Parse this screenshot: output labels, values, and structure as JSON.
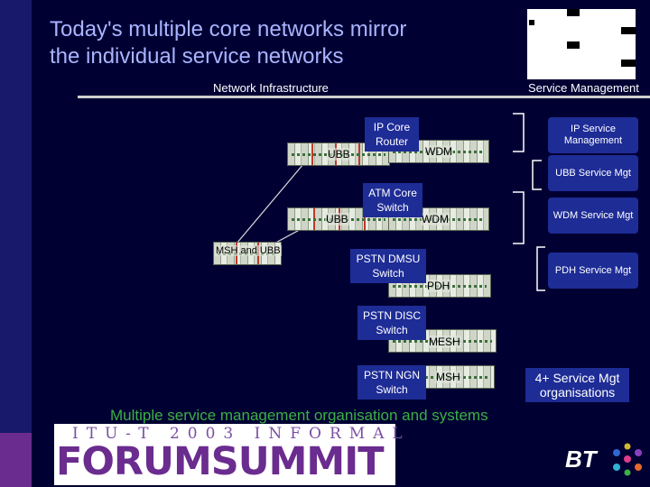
{
  "slide": {
    "title_line1": "Today's multiple core networks mirror",
    "title_line2": "the individual service networks",
    "network_label": "Network Infrastructure",
    "service_label": "Service Management",
    "bottom_text": "Multiple service management organisation and systems"
  },
  "network": {
    "equipment_labels": {
      "ubb_row1": "UBB",
      "wdm_row1": "WDM",
      "ubb_row2": "UBB",
      "wdm_row2": "WDM",
      "msh_ubb": "MSH and UBB",
      "pdh": "PDH",
      "mesh": "MESH",
      "msh": "MSH"
    },
    "switches": {
      "ip_core": "IP Core Router",
      "atm_core": "ATM Core Switch",
      "pstn_dmsu": "PSTN DMSU Switch",
      "pstn_disc": "PSTN DISC Switch",
      "pstn_ngn": "PSTN NGN Switch"
    }
  },
  "management": {
    "items": [
      "IP Service Management",
      "UBB Service Mgt",
      "WDM Service Mgt",
      "PDH Service Mgt"
    ],
    "count_label": "4+ Service Mgt organisations"
  },
  "branding": {
    "event_line": "ITU-T 2003 INFORMAL",
    "event_name": "FORUMSUMMIT",
    "bt": "BT"
  },
  "colors": {
    "background": "#000033",
    "title": "#a9b4ff",
    "box_fill": "#1e2c96",
    "bottom_text": "#3cb043",
    "brand_purple": "#6a2c8f"
  }
}
